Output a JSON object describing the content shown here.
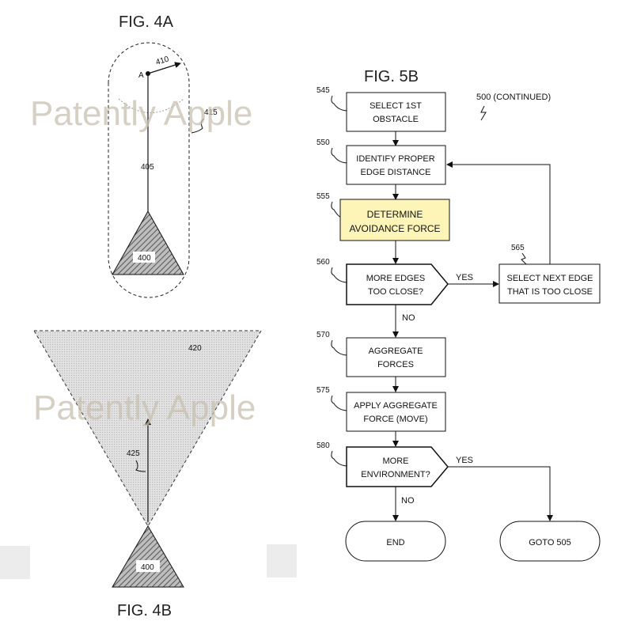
{
  "watermark": "Patently Apple",
  "fig4a": {
    "title": "FIG. 4A",
    "point_label": "A",
    "ref_410": "410",
    "ref_415": "415",
    "ref_405": "405",
    "ref_400": "400"
  },
  "fig4b": {
    "title": "FIG. 4B",
    "ref_420": "420",
    "ref_425": "425",
    "ref_400": "400"
  },
  "fig5b": {
    "title": "FIG. 5B",
    "continued": "500 (CONTINUED)",
    "steps": {
      "s545": {
        "ref": "545",
        "line1": "SELECT 1ST",
        "line2": "OBSTACLE"
      },
      "s550": {
        "ref": "550",
        "line1": "IDENTIFY PROPER",
        "line2": "EDGE DISTANCE"
      },
      "s555": {
        "ref": "555",
        "line1": "DETERMINE",
        "line2": "AVOIDANCE FORCE"
      },
      "s560": {
        "ref": "560",
        "line1": "MORE EDGES",
        "line2": "TOO CLOSE?"
      },
      "s565": {
        "ref": "565",
        "line1": "SELECT NEXT EDGE",
        "line2": "THAT IS TOO CLOSE"
      },
      "s570": {
        "ref": "570",
        "line1": "AGGREGATE",
        "line2": "FORCES"
      },
      "s575": {
        "ref": "575",
        "line1": "APPLY AGGREGATE",
        "line2": "FORCE (MOVE)"
      },
      "s580": {
        "ref": "580",
        "line1": "MORE",
        "line2": "ENVIRONMENT?"
      },
      "end": {
        "label": "END"
      },
      "goto": {
        "label": "GOTO 505"
      }
    },
    "yes1": "YES",
    "no1": "NO",
    "yes2": "YES",
    "no2": "NO"
  }
}
